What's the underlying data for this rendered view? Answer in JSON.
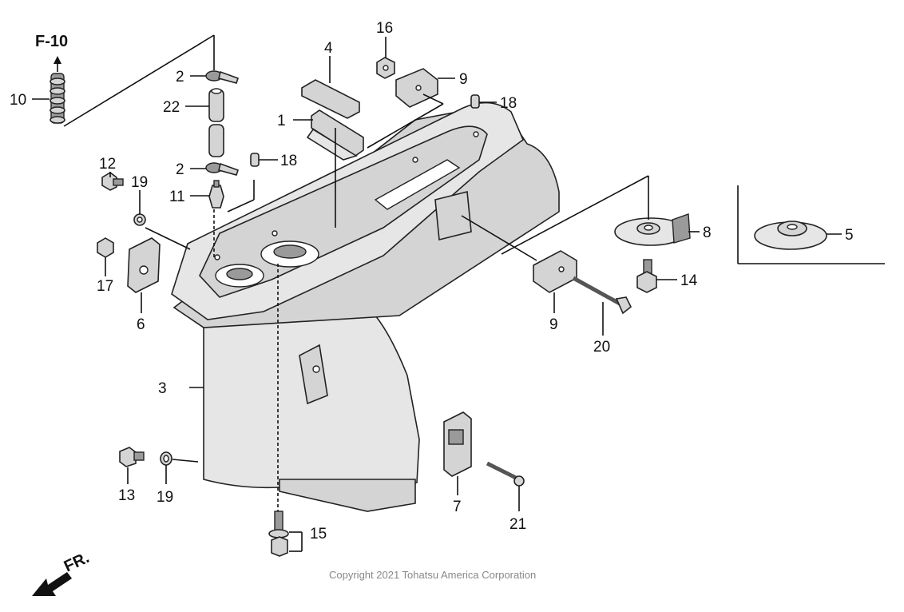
{
  "reference": "F-10",
  "copyright": "Copyright 2021 Tohatsu America Corporation",
  "front_label": "FR.",
  "callouts": [
    "1",
    "2",
    "2",
    "3",
    "4",
    "5",
    "6",
    "7",
    "8",
    "9",
    "9",
    "10",
    "11",
    "12",
    "13",
    "14",
    "15",
    "16",
    "17",
    "18",
    "18",
    "19",
    "19",
    "20",
    "21",
    "22"
  ]
}
